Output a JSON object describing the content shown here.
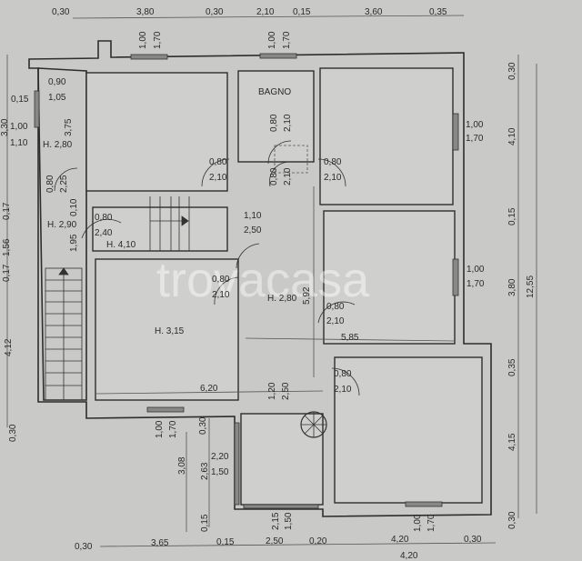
{
  "rooms": {
    "bath": "BAGNO",
    "h_strip": "H. 2,80",
    "h_landing": "H. 2,90",
    "h_stair": "H. 4,10",
    "h_living": "H. 3,15",
    "h_hall": "H. 2,80"
  },
  "dims_top": [
    "0,30",
    "3,80",
    "0,30",
    "2,10",
    "0,15",
    "3,60",
    "0,35"
  ],
  "dims_bottom": [
    "0,30",
    "3,65",
    "0,15",
    "2,50",
    "0,20",
    "4,20",
    "0,30",
    "4,20"
  ],
  "dims_left": [
    "3,30",
    "0,15",
    "1,00",
    "1,10",
    "0,90",
    "1,05",
    "3,75",
    "0,80",
    "2,25",
    "0,17",
    "1,56",
    "0,17",
    "0,10",
    "1,95",
    "4,12",
    "0,30"
  ],
  "dims_right": [
    "0,30",
    "4,10",
    "0,15",
    "3,80",
    "0,35",
    "4,15",
    "0,30",
    "12,55"
  ],
  "windows": {
    "w1a": "1,00",
    "w1b": "1,70",
    "w2a": "1,00",
    "w2b": "1,70",
    "w3a": "1,00",
    "w3b": "1,70",
    "w4a": "1,00",
    "w4b": "1,70",
    "w5a": "1,00",
    "w5b": "1,70",
    "w6a": "1,00",
    "w6b": "1,70",
    "w7a": "2,20",
    "w7b": "1,50",
    "w8a": "2,15",
    "w8b": "1,50"
  },
  "doors": {
    "d1a": "0,80",
    "d1b": "2,10",
    "d2a": "0,80",
    "d2b": "2,10",
    "d3a": "0,80",
    "d3b": "2,10",
    "d4a": "0,80",
    "d4b": "2,10",
    "d5a": "0,80",
    "d5b": "2,40",
    "d6a": "1,10",
    "d6b": "2,50",
    "d7a": "0,80",
    "d7b": "2,10",
    "d8a": "0,80",
    "d8b": "2,10",
    "d9a": "0,80",
    "d9b": "2,10",
    "d10a": "1,20",
    "d10b": "2,50"
  },
  "inner_dims": [
    "5,92",
    "5,85",
    "6,20",
    "0,30",
    "3,08",
    "2,63",
    "0,15"
  ],
  "watermark": "trovacasa"
}
